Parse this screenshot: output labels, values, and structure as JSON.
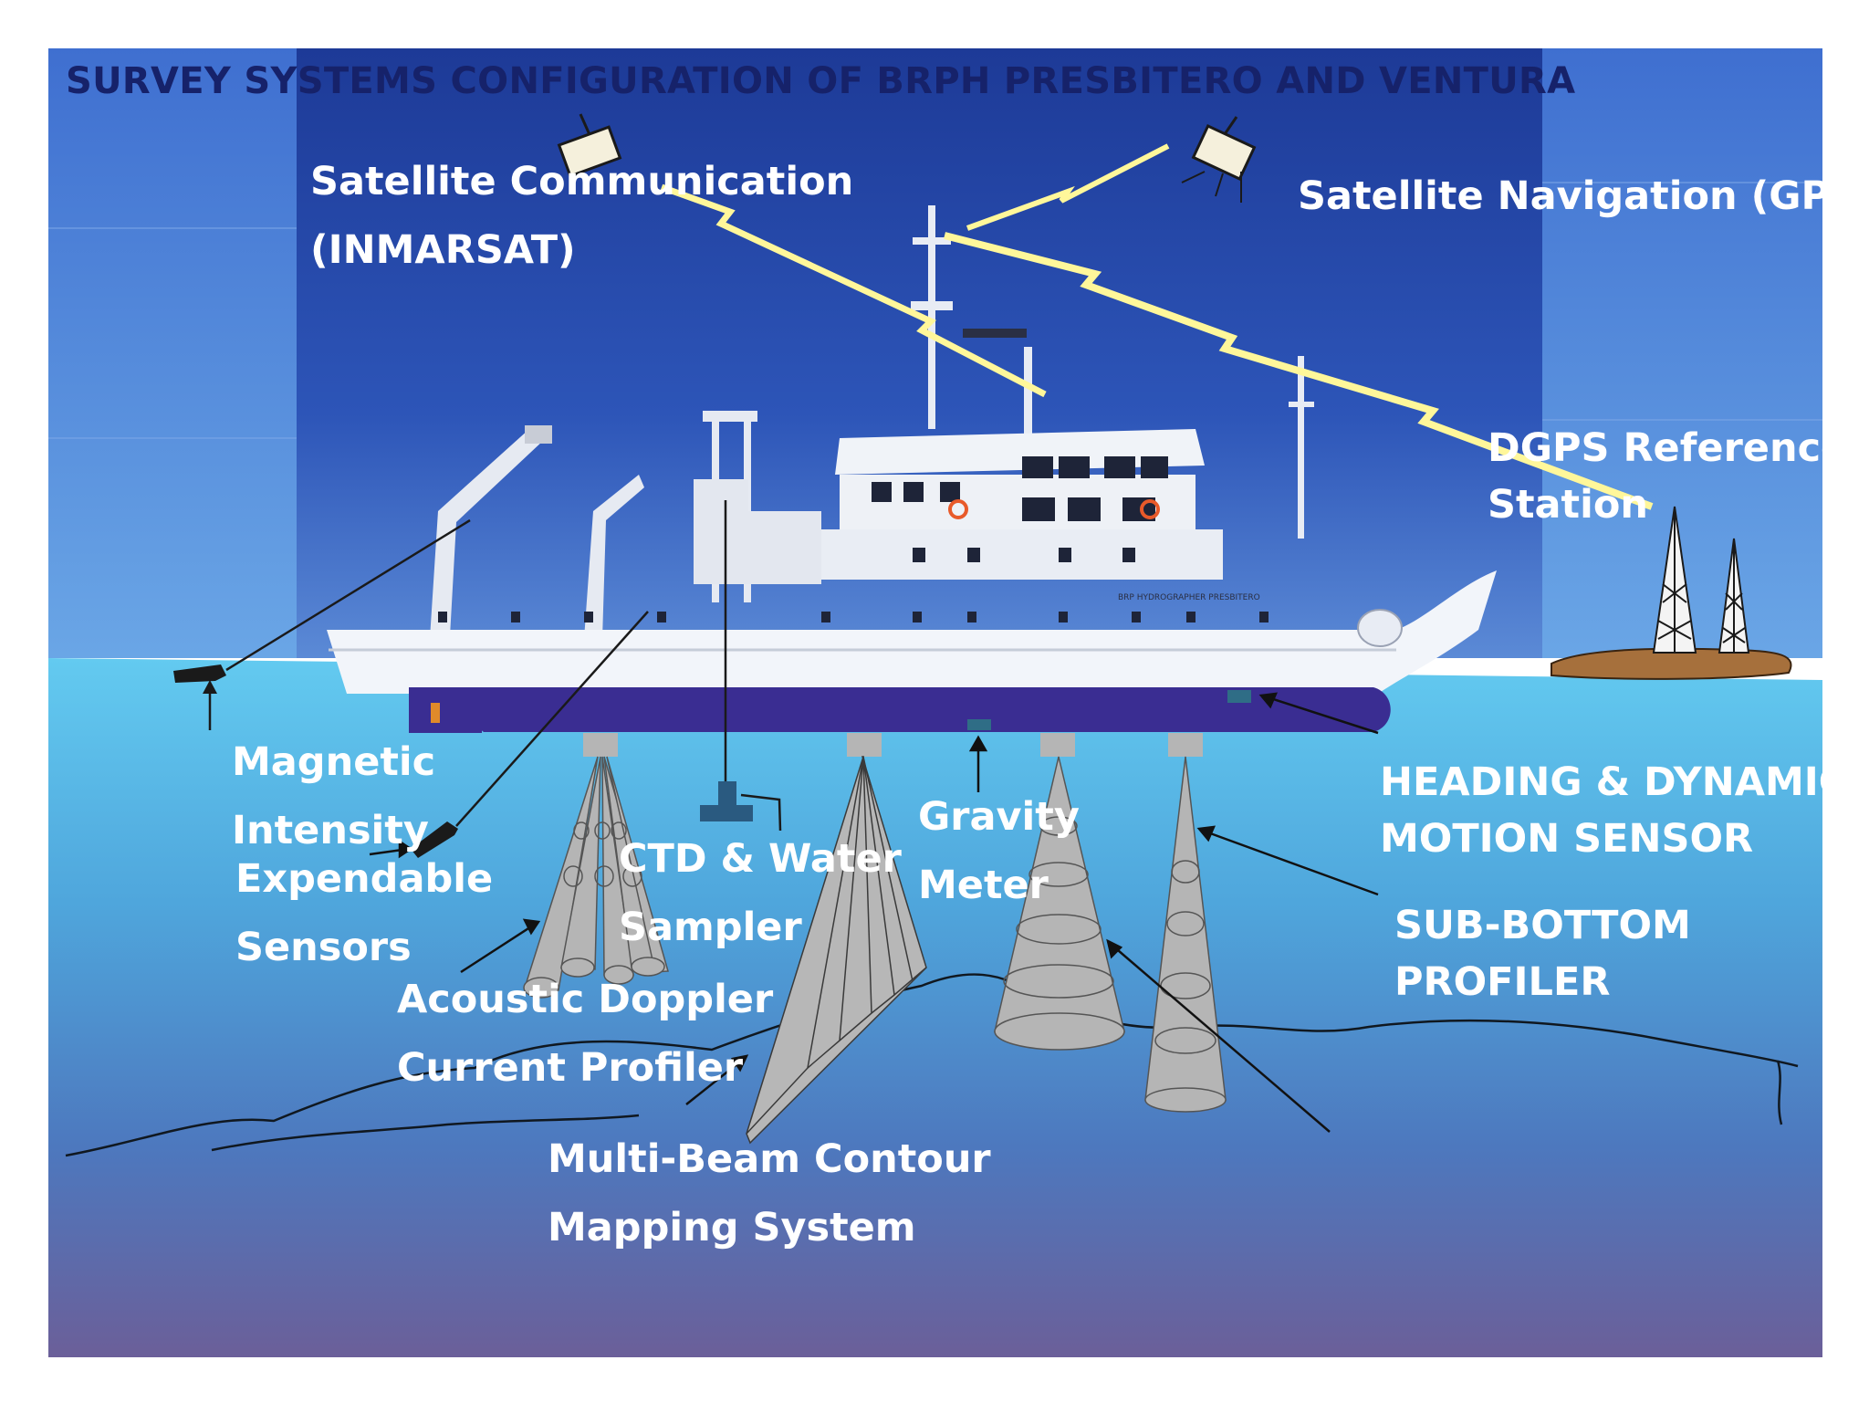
{
  "title": "SURVEY SYSTEMS CONFIGURATION OF BRPH PRESBITERO AND VENTURA",
  "vessel_name": "BRP HYDROGRAPHER PRESBITERO",
  "labels": {
    "satcom": [
      "Satellite Communication",
      "(INMARSAT)"
    ],
    "satnav": [
      "Satellite Navigation (GPS)"
    ],
    "dgps": [
      "DGPS Reference",
      "Station"
    ],
    "magnetic": [
      "Magnetic",
      "Intensity"
    ],
    "expendable": [
      "Expendable",
      "Sensors"
    ],
    "ctd": [
      "CTD & Water",
      "Sampler"
    ],
    "gravity": [
      "Gravity",
      "Meter"
    ],
    "heading": [
      "HEADING & DYNAMIC",
      "MOTION SENSOR"
    ],
    "subbottom": [
      "SUB-BOTTOM",
      "PROFILER"
    ],
    "adcp": [
      "Acoustic Doppler",
      "Current Profiler"
    ],
    "multibeam": [
      "Multi-Beam Contour",
      "Mapping System"
    ]
  },
  "colors": {
    "title": "#16226a",
    "sky_top": "#1d3a97",
    "sky_bottom": "#5b8ad6",
    "sea_surface": "#5fc8ee",
    "sea_deep": "#6a5e98",
    "hull_band": "#3a2d92",
    "beam": "#b5b5b5",
    "lightning": "#fff79a",
    "land": "#a6703c",
    "label": "#ffffff"
  },
  "icons": [
    "satellite-icon",
    "satellite-icon",
    "radio-tower-icon",
    "radio-tower-icon",
    "buoy-icon",
    "towed-sensor-icon"
  ]
}
